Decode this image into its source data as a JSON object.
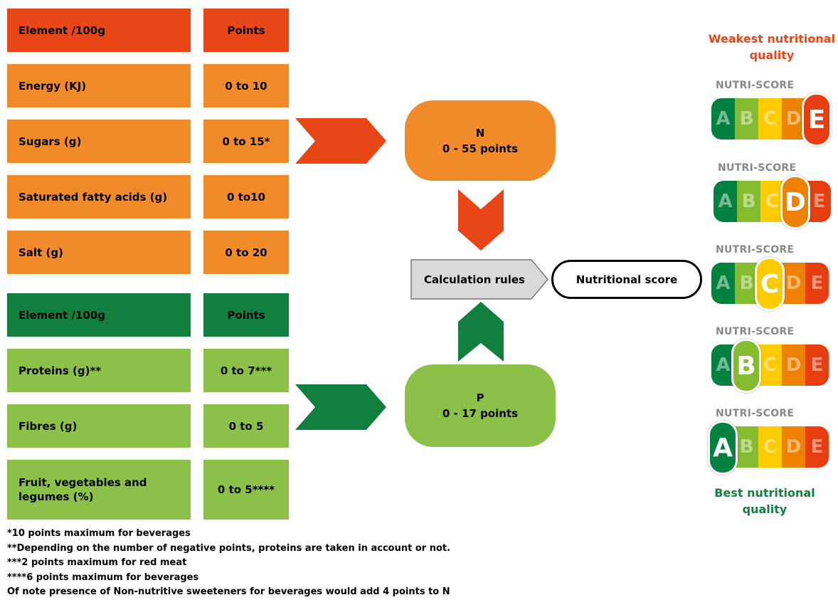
{
  "negative_table": {
    "header": {
      "element": "Element /100g",
      "points": "Points"
    },
    "rows": [
      {
        "element": "Energy (KJ)",
        "points": "0 to 10"
      },
      {
        "element": "Sugars (g)",
        "points": "0 to 15*"
      },
      {
        "element": "Saturated fatty acids (g)",
        "points": "0 to10"
      },
      {
        "element": "Salt (g)",
        "points": "0 to 20"
      }
    ]
  },
  "positive_table": {
    "header": {
      "element": "Element /100g",
      "points": "Points"
    },
    "rows": [
      {
        "element": "Proteins (g)**",
        "points": "0 to 7***"
      },
      {
        "element": "Fibres (g)",
        "points": "0 to 5"
      },
      {
        "element": "Fruit, vegetables and legumes (%)",
        "points": "0 to 5****"
      }
    ]
  },
  "n_box": {
    "letter": "N",
    "range": "0 - 55 points"
  },
  "p_box": {
    "letter": "P",
    "range": "0 - 17 points"
  },
  "calculation_rules": "Calculation rules",
  "nutritional_score": "Nutritional score",
  "weakest_label": "Weakest nutritional quality",
  "best_label": "Best nutritional quality",
  "nutriscore": {
    "title": "NUTRI-SCORE",
    "letters": [
      "A",
      "B",
      "C",
      "D",
      "E"
    ],
    "colors": [
      "#038141",
      "#85bb2f",
      "#fecb02",
      "#ee8100",
      "#e63e11"
    ],
    "badges": [
      {
        "active": "E"
      },
      {
        "active": "D"
      },
      {
        "active": "C"
      },
      {
        "active": "B"
      },
      {
        "active": "A"
      }
    ]
  },
  "footnotes": [
    "*10 points maximum for beverages",
    "**Depending on the number of negative points, proteins are taken in account or not.",
    "***2 points maximum for red meat",
    "****6 points maximum for beverages",
    "Of note presence of Non-nutritive sweeteners for beverages would add 4 points to N"
  ],
  "colors": {
    "negative_header": "#e84616",
    "negative_rows": "#f18b2a",
    "positive_header": "#117f3e",
    "positive_rows": "#8bc049",
    "weakest_text": "#e84616",
    "best_text": "#117f3e"
  }
}
